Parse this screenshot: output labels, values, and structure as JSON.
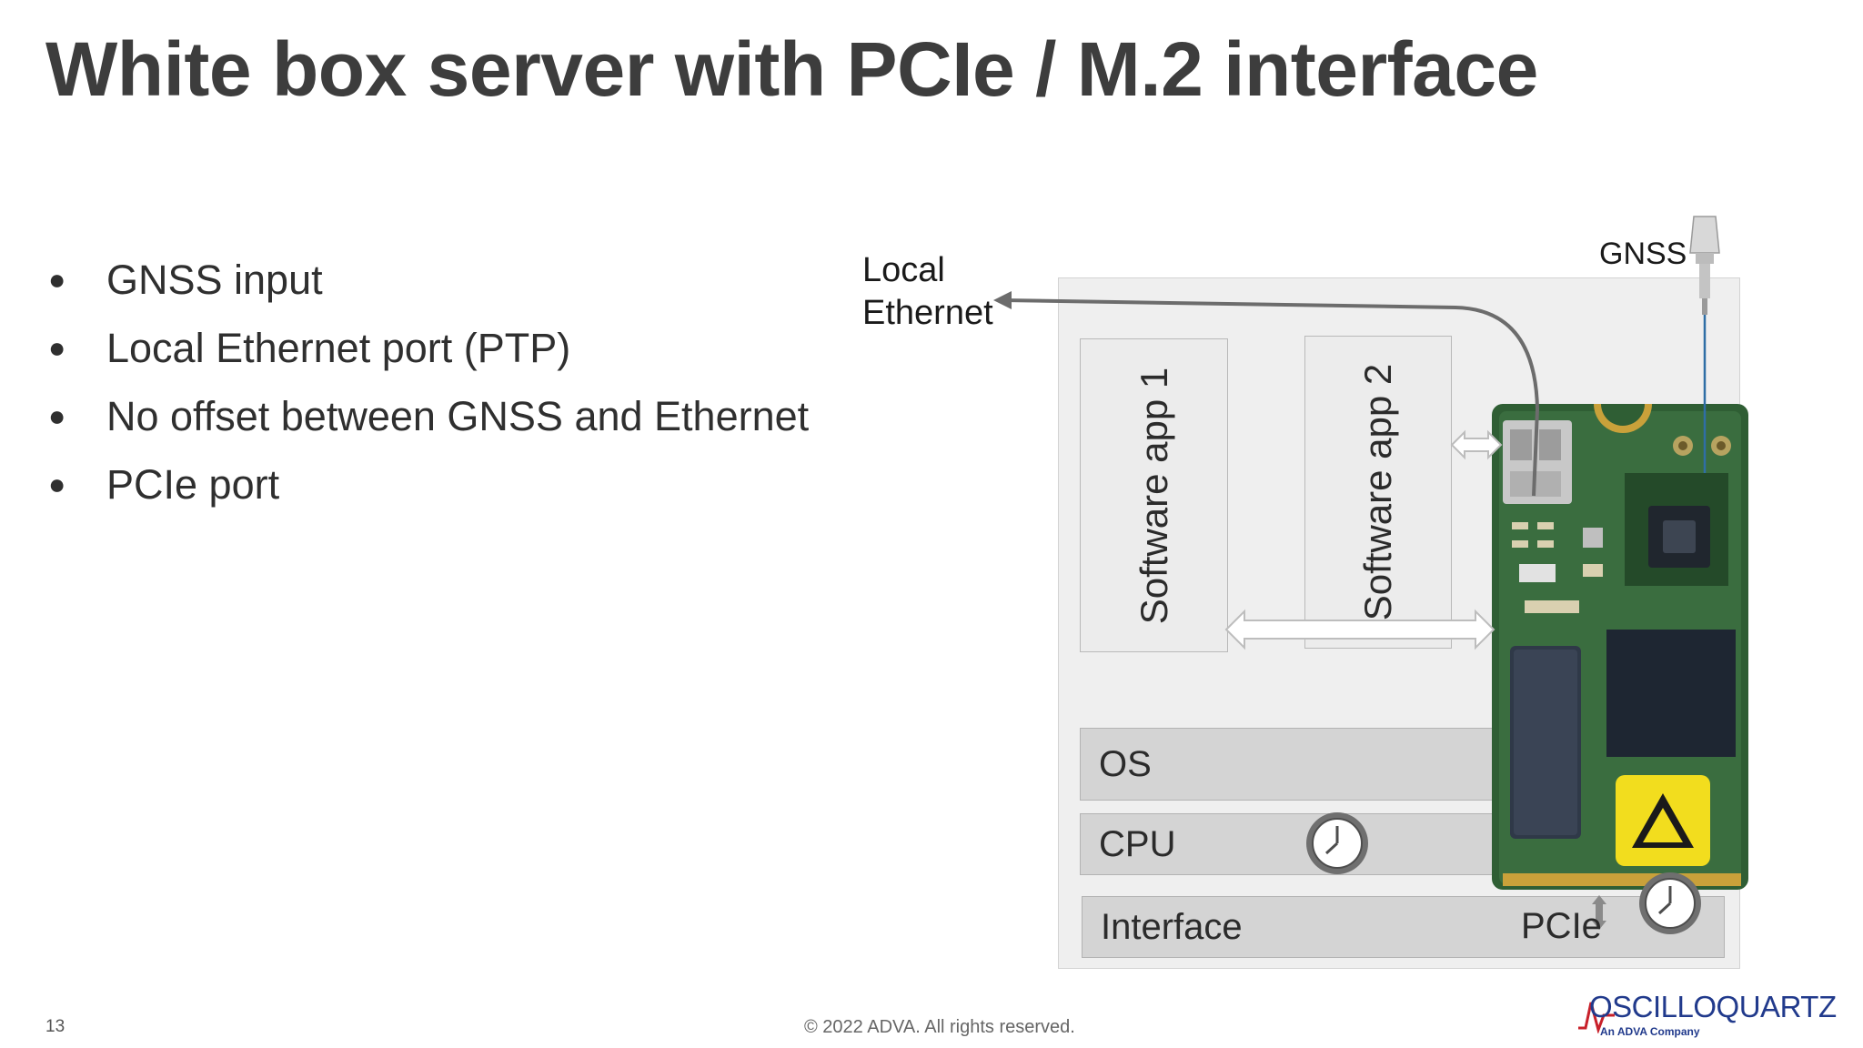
{
  "title": "White box server with PCIe / M.2 interface",
  "bullets": [
    "GNSS input",
    "Local Ethernet port (PTP)",
    "No offset between GNSS and Ethernet",
    "PCIe port"
  ],
  "diagram": {
    "local_ethernet_line1": "Local",
    "local_ethernet_line2": "Ethernet",
    "gnss_label": "GNSS",
    "software_app_1": "Software app 1",
    "software_app_2": "Software app 2",
    "layers": {
      "os": "OS",
      "cpu": "CPU",
      "interface": "Interface"
    },
    "pcie_label": "PCIe"
  },
  "footer": {
    "slide_number": "13",
    "copyright": "© 2022 ADVA. All rights reserved.",
    "logo_text": "OSCILLOQUARTZ",
    "logo_subtext": "An ADVA Company"
  },
  "colors": {
    "board_green": "#2f5e34",
    "esd_yellow": "#f2dd1e",
    "logo_blue": "#213a8c",
    "logo_red": "#c8202a"
  }
}
